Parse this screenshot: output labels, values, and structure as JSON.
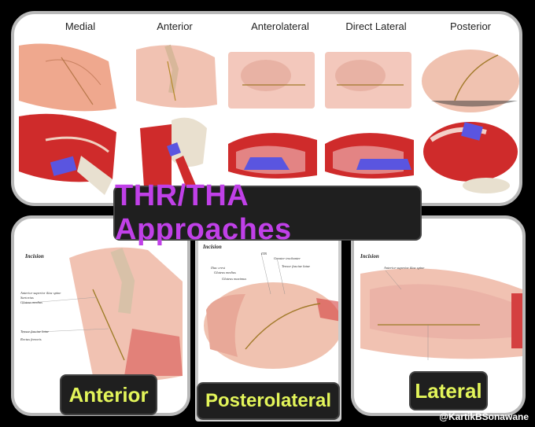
{
  "top_panel": {
    "columns": [
      "Medial",
      "Anterior",
      "Anterolateral",
      "Direct Lateral",
      "Posterior"
    ]
  },
  "title": "THR/THA Approaches",
  "bottom": {
    "anterior": {
      "heading": "Incision",
      "labels": [
        "Anterior superior iliac spine",
        "Sartorius",
        "Gluteus medius",
        "Tensor fasciae latae",
        "Rectus femoris"
      ],
      "banner": "Anterior"
    },
    "posterolateral": {
      "heading": "Incision",
      "labels": [
        "ITB",
        "Greater trochanter",
        "Tensor fasciae latae",
        "Iliac crest",
        "Gluteus medius",
        "Gluteus maximus"
      ],
      "banner": "Posterolateral"
    },
    "lateral": {
      "heading": "Incision",
      "labels": [
        "Anterior superior iliac spine"
      ],
      "banner": "Lateral"
    }
  },
  "watermark": "@KartikBSonawane",
  "colors": {
    "title": "#c040e8",
    "subtitle": "#e3f55a",
    "muscle": "#d42a2a",
    "skin": "#efb6a6",
    "implant": "#5a55e0"
  }
}
